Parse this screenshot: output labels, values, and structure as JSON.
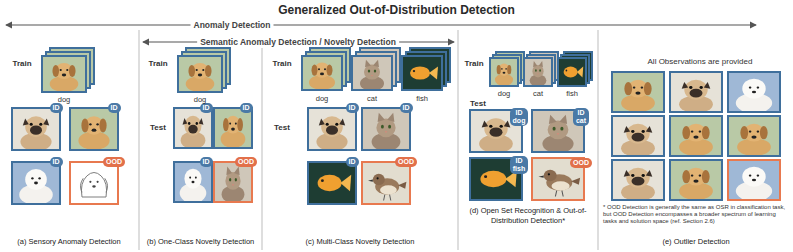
{
  "diagram": {
    "title": "Generalized Out-of-Distribution Detection",
    "nodes": [
      {
        "text": [
          "(a) Sensory Anomaly Detection"
        ]
      },
      {
        "text": [
          "ID"
        ],
        "in": 0
      },
      {
        "text": [
          "ID"
        ],
        "in": 0
      },
      {
        "text": [
          "ID"
        ],
        "in": 0
      },
      {
        "text": [
          "OOD"
        ],
        "in": 0
      },
      {
        "text": [
          "(b) One-Class Novelty Detection"
        ]
      },
      {
        "text": [
          "ID"
        ],
        "in": 5
      },
      {
        "text": [
          "ID"
        ],
        "in": 5
      },
      {
        "text": [
          "ID"
        ],
        "in": 5
      },
      {
        "text": [
          "OOD"
        ],
        "in": 5
      },
      {
        "text": [
          "(c) Multi-Class Novelty Detection"
        ]
      },
      {
        "text": [
          "ID"
        ],
        "in": 10
      },
      {
        "text": [
          "ID"
        ],
        "in": 10
      },
      {
        "text": [
          "ID"
        ],
        "in": 10
      },
      {
        "text": [
          "OOD"
        ],
        "in": 10
      },
      {
        "text": [
          "(d) Open Set Recognition & Out-of-Distribution Detection*"
        ]
      },
      {
        "text": [
          "ID",
          "dog"
        ],
        "in": 15
      },
      {
        "text": [
          "ID",
          "cat"
        ],
        "in": 15
      },
      {
        "text": [
          "ID",
          "fish"
        ],
        "in": 15
      },
      {
        "text": [
          "OOD"
        ],
        "in": 15
      },
      {
        "text": [
          "(e) Outlier Detection"
        ]
      }
    ],
    "labels": [
      "Anomaly Detection",
      "Semantic Anomaly Detection / Novelty Detection",
      "Train",
      "dog",
      "Train",
      "dog",
      "Test",
      "Train",
      "dog",
      "cat",
      "fish",
      "Test",
      "Train",
      "dog",
      "cat",
      "fish",
      "Test",
      "All Observations are provided",
      "* OOD Detection is generally the same as OSR in classification task, but OOD Detection encompasses a broader spectrum of learning tasks and solution space (ref. Section 2.6)"
    ]
  }
}
